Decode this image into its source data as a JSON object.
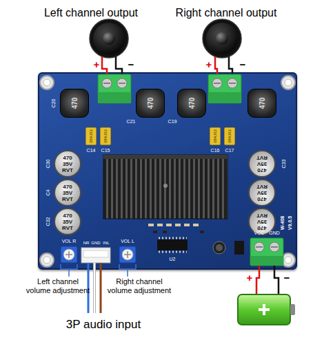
{
  "diagram": {
    "nodes": [
      {
        "text": [
          "W-408",
          "V9.0.5"
        ]
      },
      {
        "text": [
          "470"
        ],
        "in": 0
      },
      {
        "text": [
          "470"
        ],
        "in": 0
      },
      {
        "text": [
          "470"
        ],
        "in": 0
      },
      {
        "text": [
          "470"
        ],
        "in": 0
      },
      {
        "text": [
          "684J63"
        ],
        "in": 0
      },
      {
        "text": [
          "684J63"
        ],
        "in": 0
      },
      {
        "text": [
          "684J63"
        ],
        "in": 0
      },
      {
        "text": [
          "684J63"
        ],
        "in": 0
      },
      {
        "text": [
          "470 35V RVT"
        ],
        "in": 0
      },
      {
        "text": [
          "470 35V RVT"
        ],
        "in": 0
      },
      {
        "text": [
          "470 35V RVT"
        ],
        "in": 0
      },
      {
        "text": [
          "470 35V RVT"
        ],
        "in": 0
      },
      {
        "text": [
          "470 35V RVT"
        ],
        "in": 0
      },
      {
        "text": [
          "470 35V RVT"
        ],
        "in": 0
      }
    ],
    "labels": [
      "Left channel output",
      "Right channel output",
      "+",
      "−",
      "+",
      "−",
      "C20",
      "C21",
      "C14",
      "C15",
      "C19",
      "C16",
      "C17",
      "C30",
      "C4",
      "C32",
      "C33",
      "U2",
      "VOL R",
      "NR",
      "GND",
      "INL",
      "VOL L",
      "VCC",
      "GND",
      "Left channel volume adjustment",
      "Right channel volume adjustment",
      "3P audio input",
      "+",
      "−"
    ]
  }
}
